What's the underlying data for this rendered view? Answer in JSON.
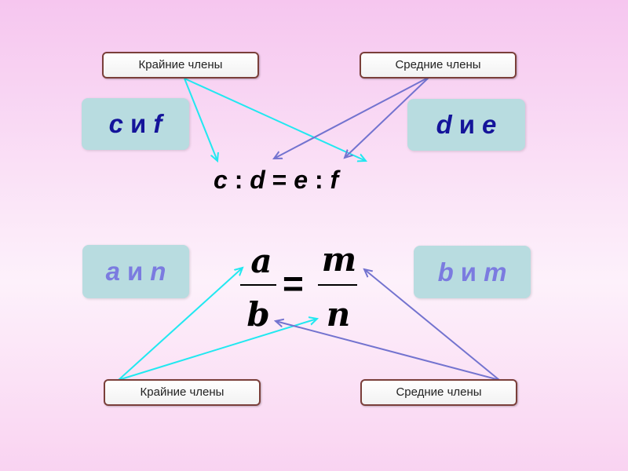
{
  "labels": {
    "top_extremes": "Крайние члены",
    "top_middles": "Средние члены",
    "bottom_extremes": "Крайние члены",
    "bottom_middles": "Средние члены"
  },
  "pairs": {
    "top_left": {
      "a": "c",
      "conj": "и",
      "b": "f"
    },
    "top_right": {
      "a": "d",
      "conj": "и",
      "b": "e"
    },
    "bottom_left": {
      "a": "a",
      "conj": "и",
      "b": "n"
    },
    "bottom_right": {
      "a": "b",
      "conj": "и",
      "b": "m"
    }
  },
  "proportion": {
    "c": "c",
    "sep1": " : ",
    "d": "d",
    "eq": " = ",
    "e": "e",
    "sep2": " : ",
    "f": "f"
  },
  "fraction": {
    "numerator_left": "a",
    "denominator_left": "b",
    "equals": "=",
    "numerator_right": "m",
    "denominator_right": "n"
  },
  "colors": {
    "extremes_arrow": "#21e8f0",
    "middles_arrow": "#7373cf",
    "pair_box": "#b8dce0",
    "label_border": "#7a3f3a"
  }
}
